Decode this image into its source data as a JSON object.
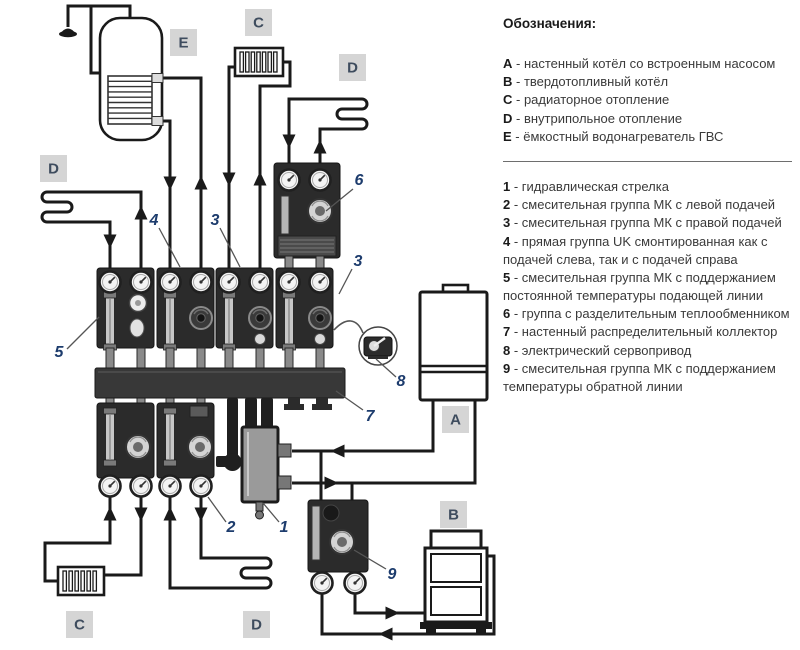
{
  "legend": {
    "title": "Обозначения:",
    "letters": [
      {
        "key": "A",
        "rest": " - настенный котёл со встроенным насосом"
      },
      {
        "key": "B",
        "rest": " - твердотопливный котёл"
      },
      {
        "key": "C",
        "rest": " - радиаторное отопление"
      },
      {
        "key": "D",
        "rest": " - внутрипольное отопление"
      },
      {
        "key": "E",
        "rest": " - ёмкостный водонагреватель ГВС"
      }
    ],
    "numbers": [
      {
        "key": "1",
        "rest": " - гидравлическая стрелка"
      },
      {
        "key": "2",
        "rest": " - смесительная группа МК с левой подачей"
      },
      {
        "key": "3",
        "rest": " - смесительная группа МК с правой подачей"
      },
      {
        "key": "4",
        "rest": " - прямая группа UK смонтированная как с подачей слева, так и с подачей справа"
      },
      {
        "key": "5",
        "rest": " - смесительная группа МК с поддержанием постоянной температуры подающей линии"
      },
      {
        "key": "6",
        "rest": " - группа с разделительным теплообменником"
      },
      {
        "key": "7",
        "rest": " - настенный распределительный коллектор"
      },
      {
        "key": "8",
        "rest": " - электрический сервопривод"
      },
      {
        "key": "9",
        "rest": " - смесительная группа МК с поддержанием температуры обратной линии"
      }
    ]
  },
  "diagram": {
    "badges": {
      "e": "E",
      "c_top": "C",
      "d_top": "D",
      "d_left": "D",
      "a": "A",
      "b": "B",
      "c_bottom": "C",
      "d_bottom": "D"
    },
    "callouts": {
      "n1": "1",
      "n2": "2",
      "n3a": "3",
      "n3b": "3",
      "n4": "4",
      "n5": "5",
      "n6": "6",
      "n7": "7",
      "n8": "8",
      "n9": "9"
    },
    "colors": {
      "pipe": "#1a1a1a",
      "badge_bg": "#d5d5d5",
      "badge_text": "#3e4c5e",
      "callout_text": "#1d3c6d",
      "component_dark": "#2b2b2b",
      "metal_mid": "#8a8a8a",
      "separator_body": "#9a9a9a",
      "legend_text": "#3a3a3a"
    }
  }
}
